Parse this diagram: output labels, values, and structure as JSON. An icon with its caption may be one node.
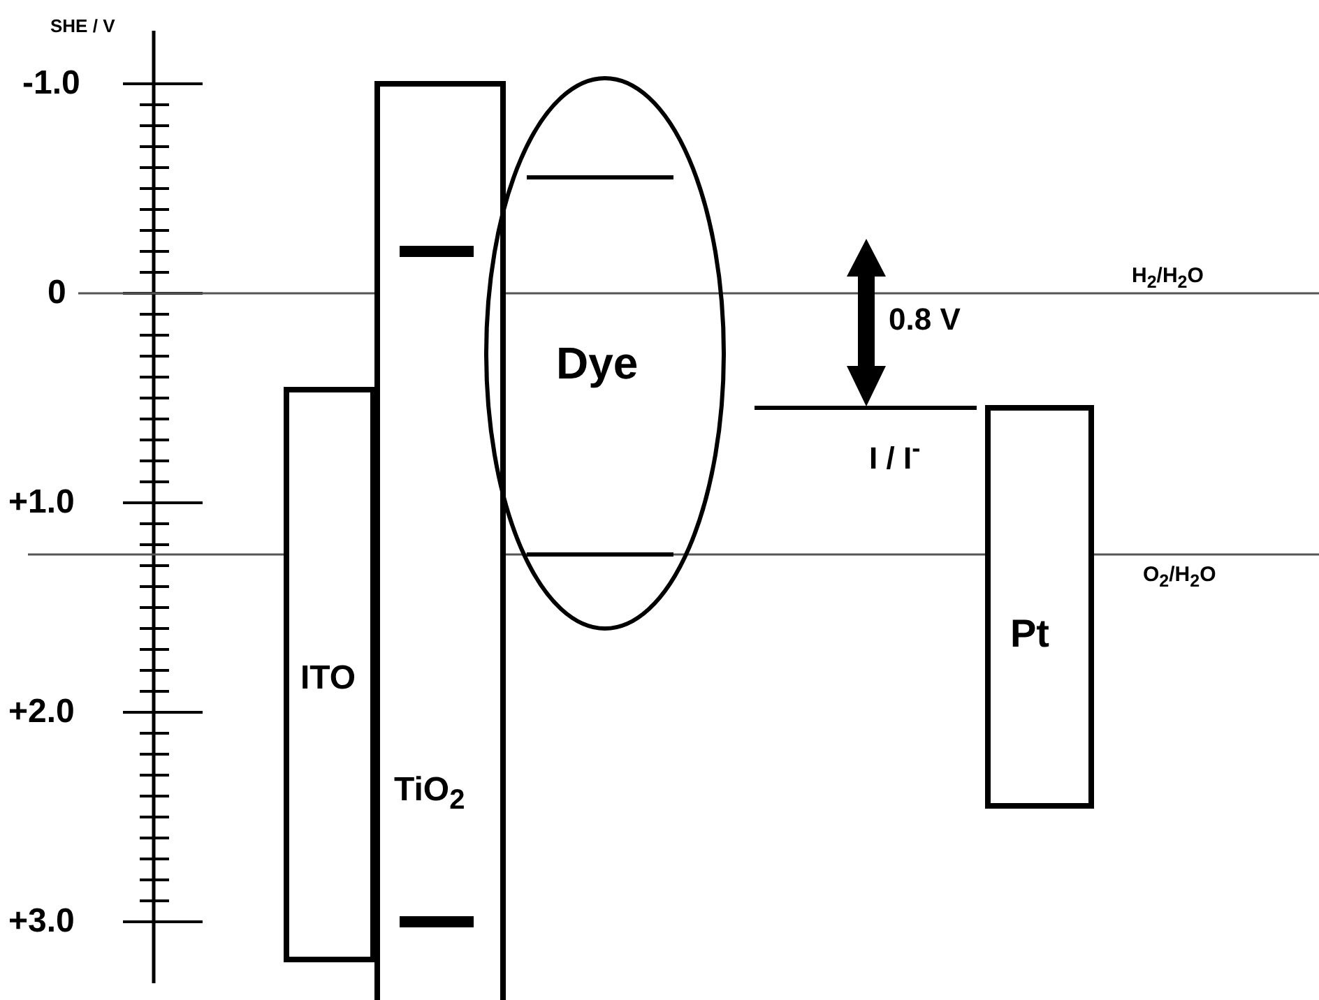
{
  "diagram": {
    "nodes": [
      {
        "text": [
          "ITO"
        ]
      },
      {
        "text": [
          "TiO$_{2}$"
        ]
      },
      {
        "text": [
          "Dye"
        ]
      },
      {
        "text": [
          "Pt"
        ]
      }
    ],
    "labels": [
      "SHE / V",
      "-1.0",
      "0",
      "H$_{2}$/H$_{2}$O",
      "0.8 V",
      "I / I$^{-}$",
      "+1.0",
      "O$_{2}$/H$_{2}$O",
      "+2.0",
      "+3.0"
    ]
  }
}
